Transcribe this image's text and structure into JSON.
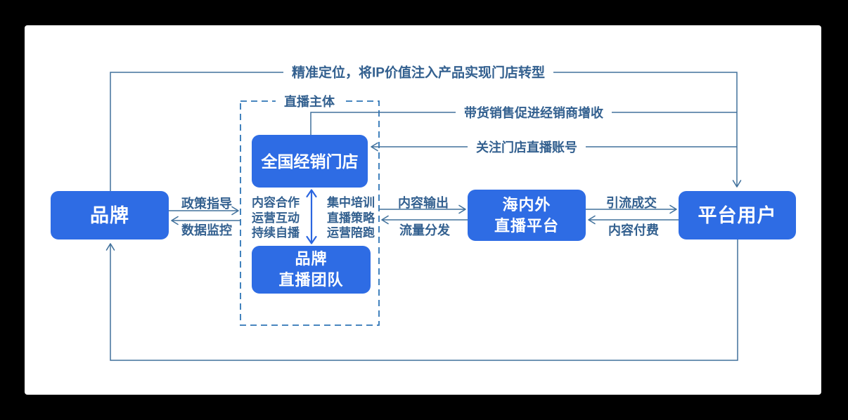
{
  "diagram": {
    "title_edge": "精准定位，将IP价值注入产品实现门店转型",
    "colors": {
      "node_fill": "#2e6ce4",
      "node_text": "#ffffff",
      "connector": "#41719c",
      "label_text": "#33608f",
      "group_border": "#2e75b6",
      "link_arrow_blue": "#2b66e0",
      "surface": "#ffffff",
      "frame": "#000000"
    },
    "nodes": {
      "brand": {
        "label": "品牌"
      },
      "stores": {
        "label": "全国经销门店"
      },
      "brand_live_team": {
        "line1": "品牌",
        "line2": "直播团队"
      },
      "platforms": {
        "line1": "海内外",
        "line2": "直播平台"
      },
      "platform_users": {
        "label": "平台用户"
      }
    },
    "group": {
      "label": "直播主体"
    },
    "edges": {
      "top_loop": "精准定位，将IP价值注入产品实现门店转型",
      "sales_boost": "带货销售促进经销商增收",
      "follow_account": "关注门店直播账号",
      "policy_guidance": "政策指导",
      "data_monitoring": "数据监控",
      "content_output": "内容输出",
      "traffic_distribution": "流量分发",
      "lead_conversion": "引流成交",
      "content_payment": "内容付费"
    },
    "group_notes": {
      "left": [
        "内容合作",
        "运营互动",
        "持续自播"
      ],
      "right": [
        "集中培训",
        "直播策略",
        "运营陪跑"
      ]
    }
  }
}
